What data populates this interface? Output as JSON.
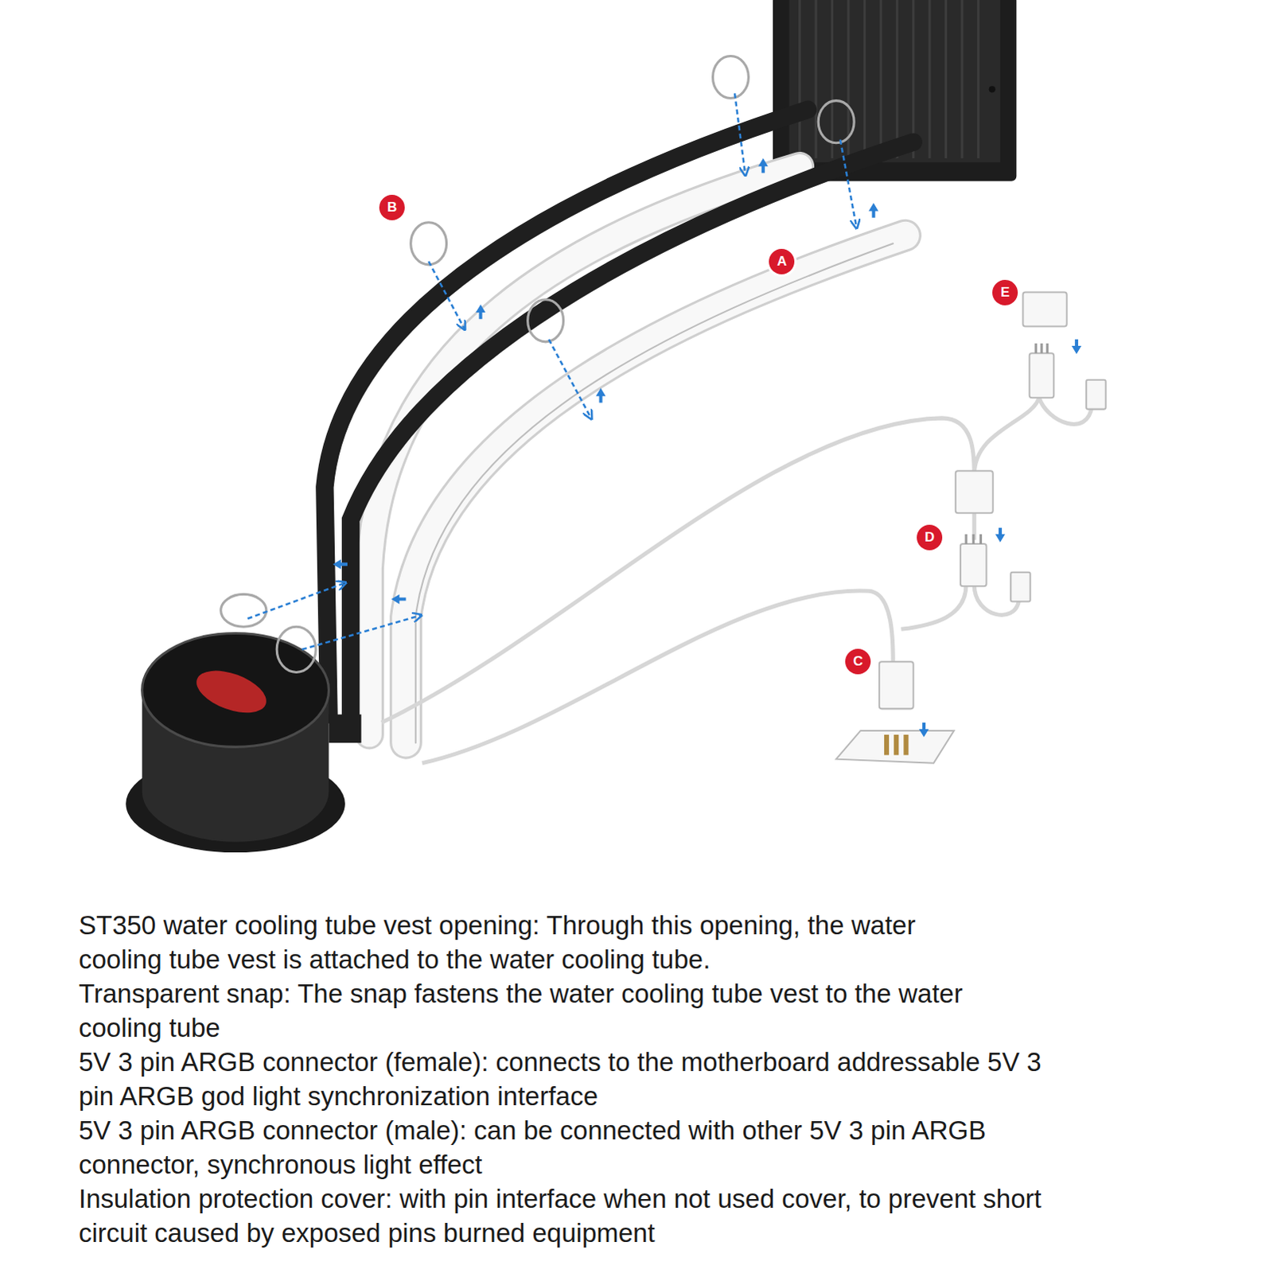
{
  "diagram": {
    "labels": [
      "A",
      "B",
      "C",
      "D",
      "E",
      "ST350 water cooling tube vest opening: Through this opening, the water cooling tube vest is attached to the water cooling tube.",
      "Transparent snap: The snap fastens the water cooling tube vest to the water cooling tube",
      "5V 3 pin ARGB connector (female): connects to the motherboard addressable 5V 3 pin ARGB god light synchronization interface",
      "5V 3 pin ARGB connector (male): can be connected with other 5V 3 pin ARGB connector, synchronous light effect",
      "Insulation protection cover: with pin interface when not used cover, to prevent short circuit caused by exposed pins burned equipment"
    ]
  }
}
